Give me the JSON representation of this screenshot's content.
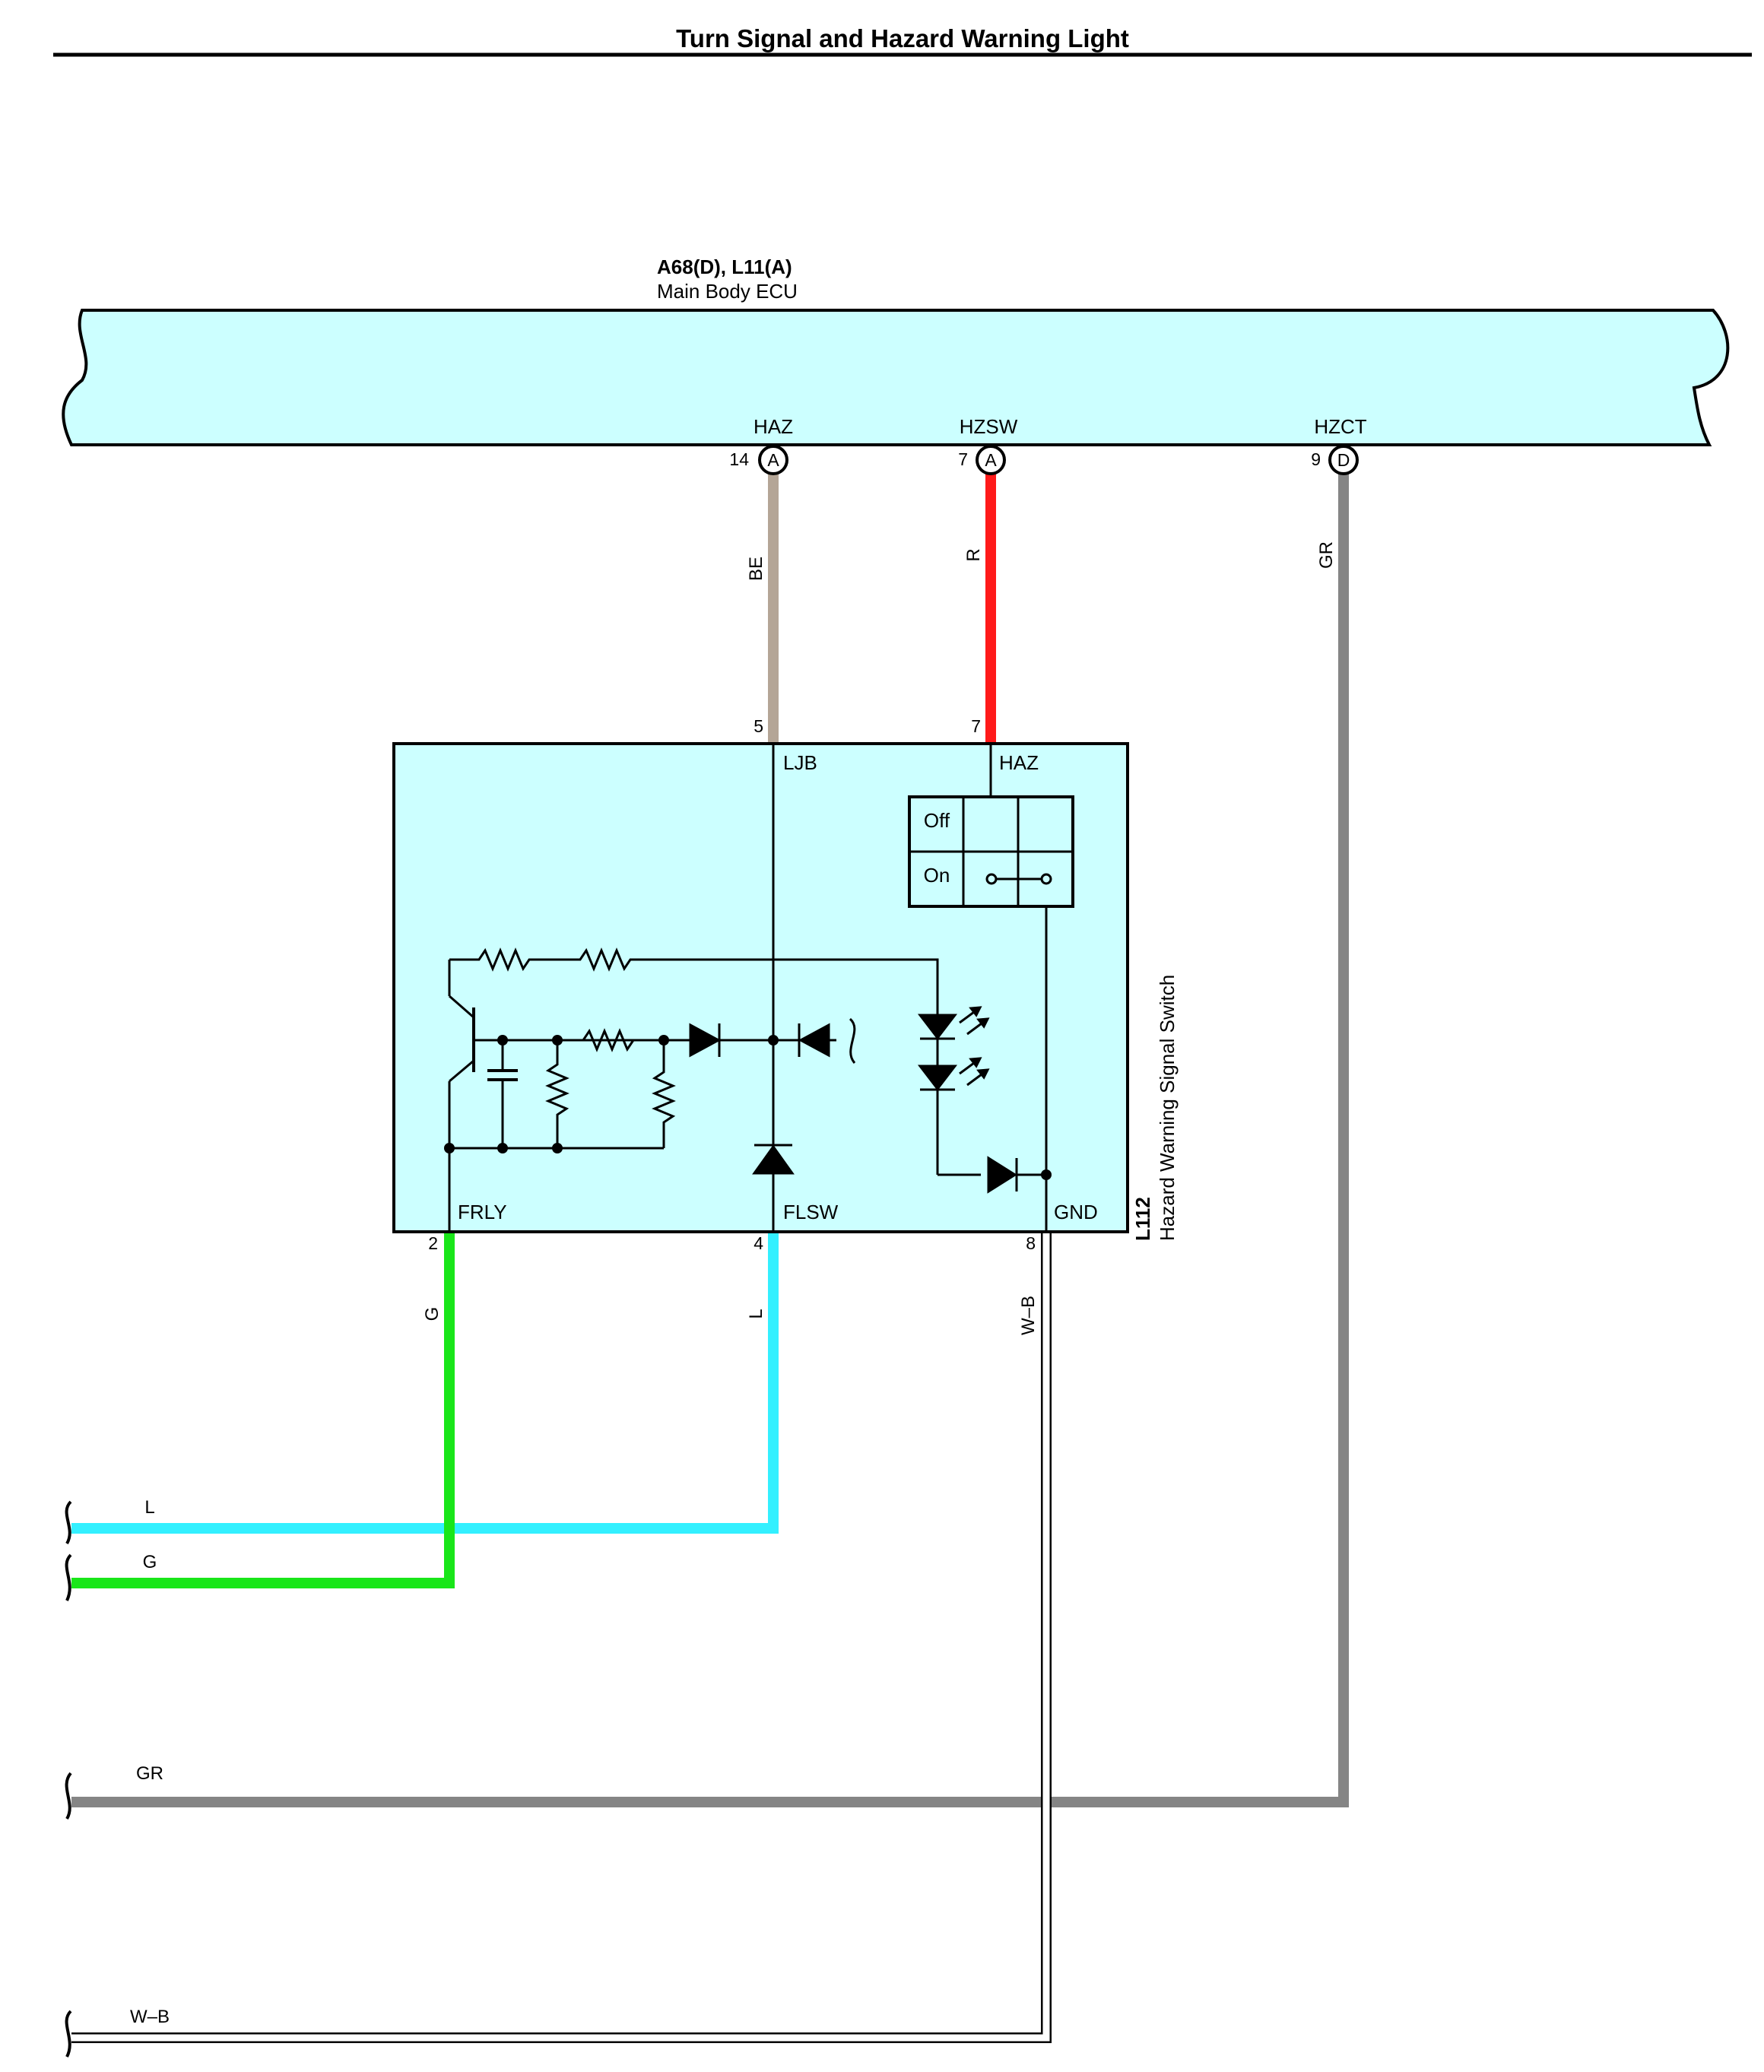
{
  "title": "Turn Signal and Hazard Warning Light",
  "ecu": {
    "code": "A68(D), L11(A)",
    "name": "Main Body ECU",
    "terminals": [
      {
        "name": "HAZ",
        "pin": "14",
        "connector": "A"
      },
      {
        "name": "HZSW",
        "pin": "7",
        "connector": "A"
      },
      {
        "name": "HZCT",
        "pin": "9",
        "connector": "D"
      }
    ]
  },
  "switch": {
    "code": "L112",
    "name": "Hazard Warning Signal Switch",
    "terminals": [
      {
        "name": "LJB",
        "pin": "5"
      },
      {
        "name": "HAZ",
        "pin": "7"
      },
      {
        "name": "FRLY",
        "pin": "2"
      },
      {
        "name": "FLSW",
        "pin": "4"
      },
      {
        "name": "GND",
        "pin": "8"
      }
    ],
    "states": [
      "Off",
      "On"
    ]
  },
  "wires": [
    {
      "label": "BE",
      "color": "#b4a596"
    },
    {
      "label": "R",
      "color": "#ff1a1a"
    },
    {
      "label": "GR",
      "color": "#858585"
    },
    {
      "label": "G",
      "color": "#19e619"
    },
    {
      "label": "L",
      "color": "#33f0ff"
    },
    {
      "label": "W–B",
      "color": "#ffffff"
    }
  ],
  "side_wires": [
    {
      "label": "L"
    },
    {
      "label": "G"
    },
    {
      "label": "GR"
    },
    {
      "label": "W–B"
    }
  ],
  "colors": {
    "component_fill": "#ccffff"
  }
}
